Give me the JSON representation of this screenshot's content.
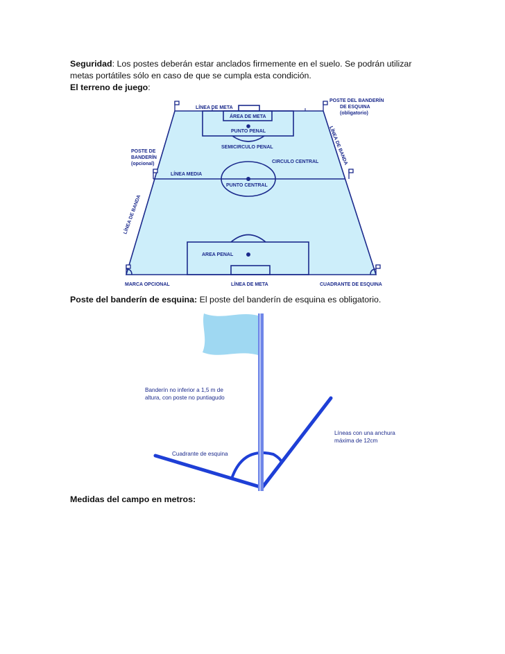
{
  "paragraphs": {
    "seguridad": {
      "term": "Seguridad",
      "text": ": Los postes deberán estar anclados firmemente en el suelo. Se podrán utilizar",
      "text2": "metas portátiles sólo en caso de que se cumpla esta condición."
    },
    "terreno": {
      "term": "El terreno de juego",
      "text": ":"
    },
    "poste": {
      "term": "Poste del banderín de esquina:",
      "text": " El poste del banderín de esquina es obligatorio."
    },
    "medidas": {
      "term": "Medidas del campo en metros:"
    }
  },
  "field_diagram": {
    "colors": {
      "fill": "#cdeefa",
      "line": "#1b2a8c"
    },
    "labels": {
      "linea_meta_top": "LÍNEA DE META",
      "area_meta": "ÁREA DE META",
      "punto_penal": "PUNTO PENAL",
      "semicirculo": "SEMICIRCULO PENAL",
      "poste_top_right_1": "POSTE DEL BANDERÍN",
      "poste_top_right_2": "DE ESQUINA",
      "poste_top_right_3": "(obligatorio)",
      "linea_banda_right": "LÍNEA DE BANDA",
      "poste_left_1": "POSTE DE",
      "poste_left_2": "BANDERÍN",
      "poste_left_3": "(opcional)",
      "circulo_central": "CIRCULO CENTRAL",
      "linea_media": "LÍNEA MEDIA",
      "punto_central": "PUNTO CENTRAL",
      "linea_banda_left": "LÍNEA DE BANDA",
      "area_penal": "AREA PENAL",
      "marca_opcional": "MARCA OPCIONAL",
      "linea_meta_bottom": "LÍNEA DE META",
      "cuadrante_esquina": "CUADRANTE DE ESQUINA"
    }
  },
  "flag_diagram": {
    "colors": {
      "flag": "#9fd8f2",
      "line": "#1e3fd6",
      "pole": "#6f86e8"
    },
    "labels": {
      "banderin_1": "Banderín no inferior a 1,5 m de",
      "banderin_2": "altura, con poste no puntiagudo",
      "lineas_1": "Líneas con una anchura",
      "lineas_2": "máxima de 12cm",
      "cuadrante": "Cuadrante de esquina"
    }
  }
}
